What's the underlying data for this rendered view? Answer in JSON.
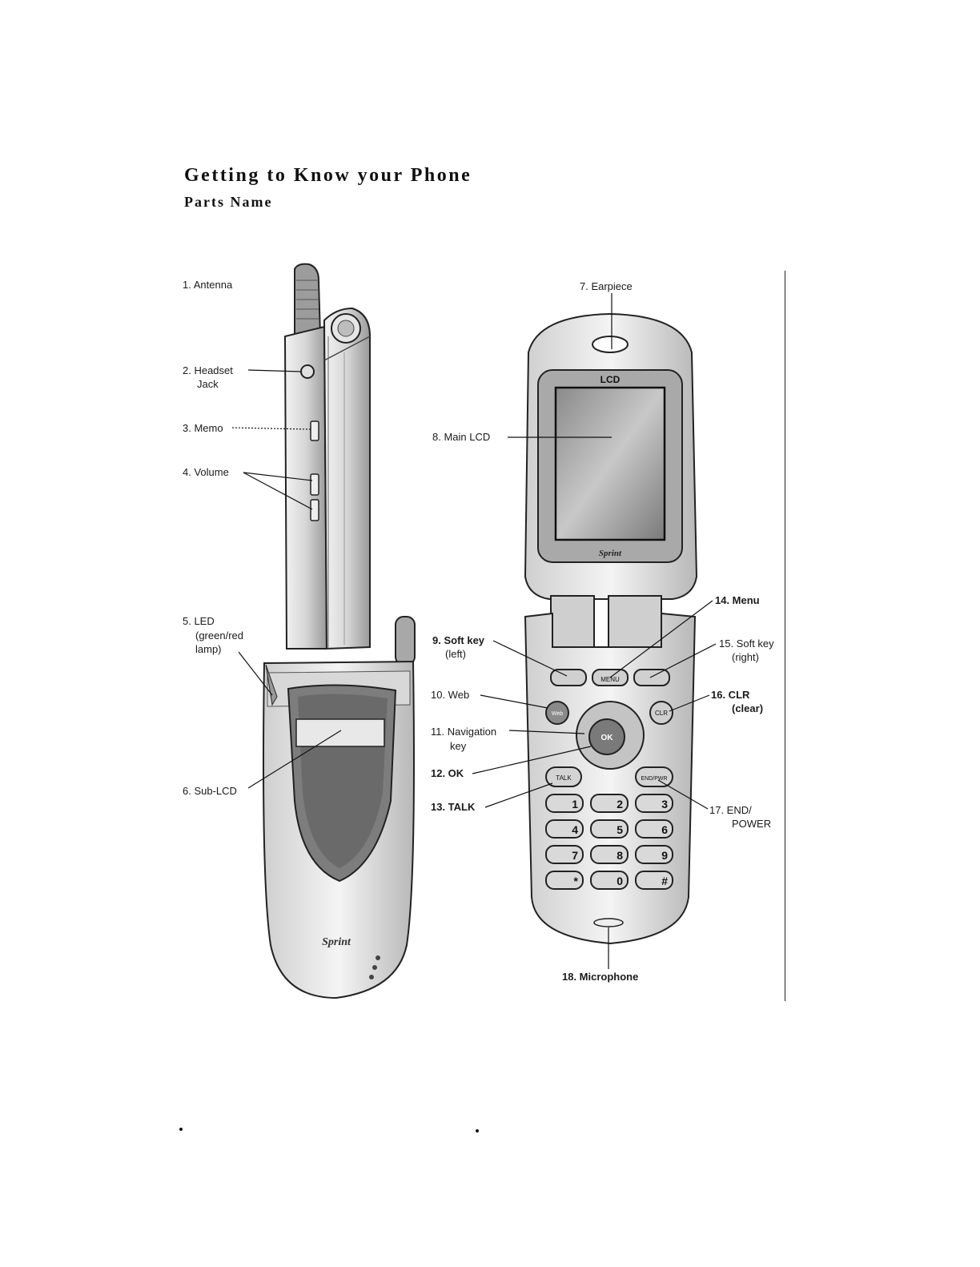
{
  "page": {
    "title": "Getting to Know your Phone",
    "subtitle": "Parts Name"
  },
  "labels": {
    "antenna": "1. Antenna",
    "headset_1": "2. Headset",
    "headset_2": "Jack",
    "memo": "3. Memo",
    "volume": "4. Volume",
    "led_1": "5. LED",
    "led_2": "(green/red",
    "led_3": "lamp)",
    "sublcd": "6. Sub-LCD",
    "earpiece": "7. Earpiece",
    "mainlcd": "8. Main LCD",
    "softkey_left_1": "9. Soft key",
    "softkey_left_2": "(left)",
    "web": "10. Web",
    "nav_1": "11. Navigation",
    "nav_2": "key",
    "ok": "12. OK",
    "talk": "13. TALK",
    "menu": "14. Menu",
    "softkey_right_1": "15. Soft key",
    "softkey_right_2": "(right)",
    "clr_1": "16. CLR",
    "clr_2": "(clear)",
    "end_1": "17. END/",
    "end_2": "POWER",
    "microphone": "18. Microphone"
  },
  "phone": {
    "main_lcd_badge": "LCD",
    "brand": "Sprint",
    "keys": {
      "menu": "MENU",
      "web": "Web",
      "clr": "CLR",
      "ok": "OK",
      "talk": "TALK",
      "end": "END/PWR",
      "k1": "1",
      "k2": "2",
      "k3": "3",
      "k4": "4",
      "k5": "5",
      "k6": "6",
      "k7": "7",
      "k8": "8",
      "k9": "9",
      "kstar": "*",
      "k0": "0",
      "khash": "#"
    }
  }
}
